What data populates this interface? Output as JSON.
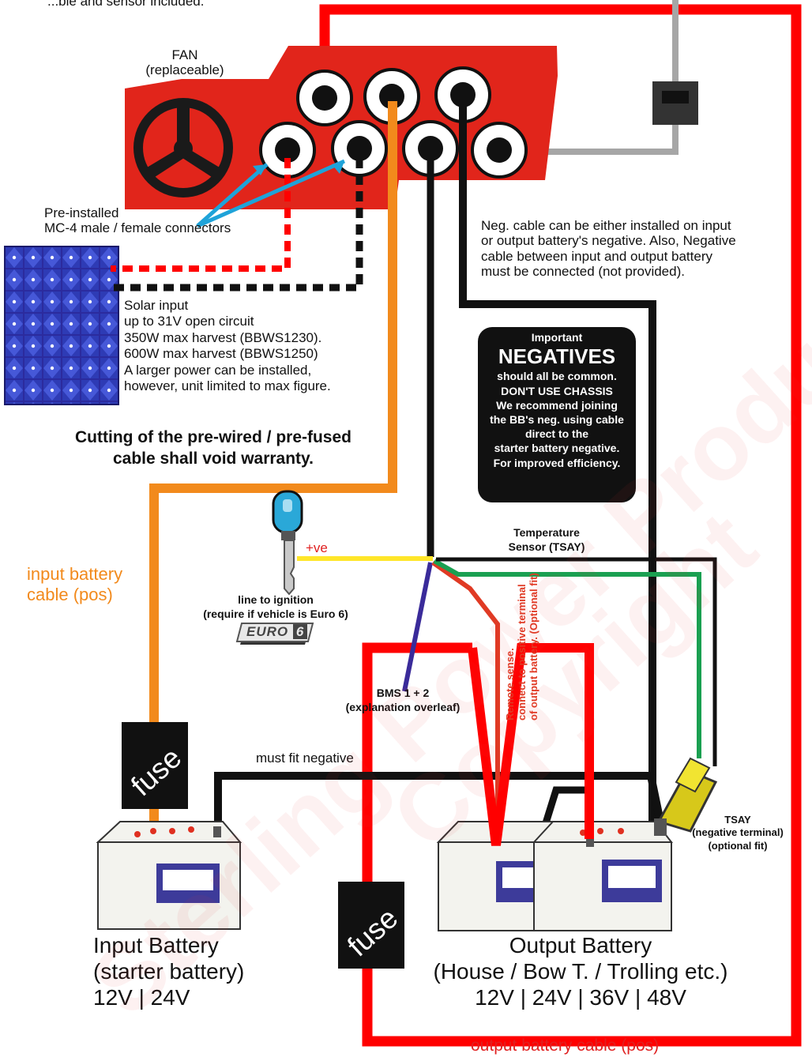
{
  "colors": {
    "red_wire": "#ff0000",
    "black_wire": "#111111",
    "orange_wire": "#f28a1c",
    "grey_wire": "#a6a6a6",
    "unit_body": "#e1251b",
    "ignition_wire": "#ffe629",
    "bms_wire": "#3a2b9a",
    "sense_wire": "#e03a24",
    "tsay_wire": "#1aa051",
    "solar_panel": "#2b2b9e"
  },
  "header_fragment": "...ble and sensor included.",
  "fan": {
    "title": "FAN",
    "subtitle": "(replaceable)"
  },
  "connectors": {
    "line1": "Pre-installed",
    "line2": "MC-4 male / female connectors"
  },
  "solar": {
    "line1": "Solar input",
    "line2": "up to 31V open circuit",
    "line3": "350W max harvest (BBWS1230).",
    "line4": "600W max harvest (BBWS1250)",
    "line5": "A larger power can be installed,",
    "line6": "however, unit limited to max figure."
  },
  "warning": {
    "line1": "Cutting of the pre-wired / pre-fused",
    "line2": "cable shall void warranty."
  },
  "neg_note": {
    "line1": "Neg. cable can be either installed on input",
    "line2": "or output battery's negative. Also, Negative",
    "line3": "cable  between  input  and  output  battery",
    "line4": "must be connected (not provided)."
  },
  "negatives_box": {
    "kicker": "Important",
    "title": "NEGATIVES",
    "line1": "should all be common.",
    "line2": "DON'T USE CHASSIS",
    "line3": "We recommend joining",
    "line4": "the BB's neg. using cable",
    "line5": "direct to the",
    "line6": "starter battery negative.",
    "line7": "For improved efficiency."
  },
  "temp_sensor": {
    "line1": "Temperature",
    "line2": "Sensor (TSAY)"
  },
  "ignition": {
    "plus": "+ve",
    "line1": "line to ignition",
    "line2": "(require if vehicle is Euro 6)",
    "badge": "EURO",
    "badge_num": "6"
  },
  "input_cable": {
    "line1": "input battery",
    "line2": "cable (pos)"
  },
  "bms": {
    "line1": "BMS 1 + 2",
    "line2": "(explanation overleaf)"
  },
  "remote_sense": {
    "line1": "Remote sense.",
    "line2": "connect to positive terminal",
    "line3": "of output battery. (Optional fit)"
  },
  "fuse_label": "fuse",
  "must_fit": "must fit negative",
  "tsay_terminal": {
    "line1": "TSAY",
    "line2": "(negative terminal)",
    "line3": "(optional fit)"
  },
  "input_battery": {
    "line1": "Input Battery",
    "line2": "(starter battery)",
    "line3": "12V | 24V"
  },
  "output_battery": {
    "line1": "Output Battery",
    "line2": "(House / Bow T. / Trolling etc.)",
    "line3": "12V | 24V | 36V | 48V"
  },
  "output_cable": "output battery cable (pos)",
  "watermark": {
    "line1": "Sterling Power Products",
    "line2": "Copyright"
  }
}
